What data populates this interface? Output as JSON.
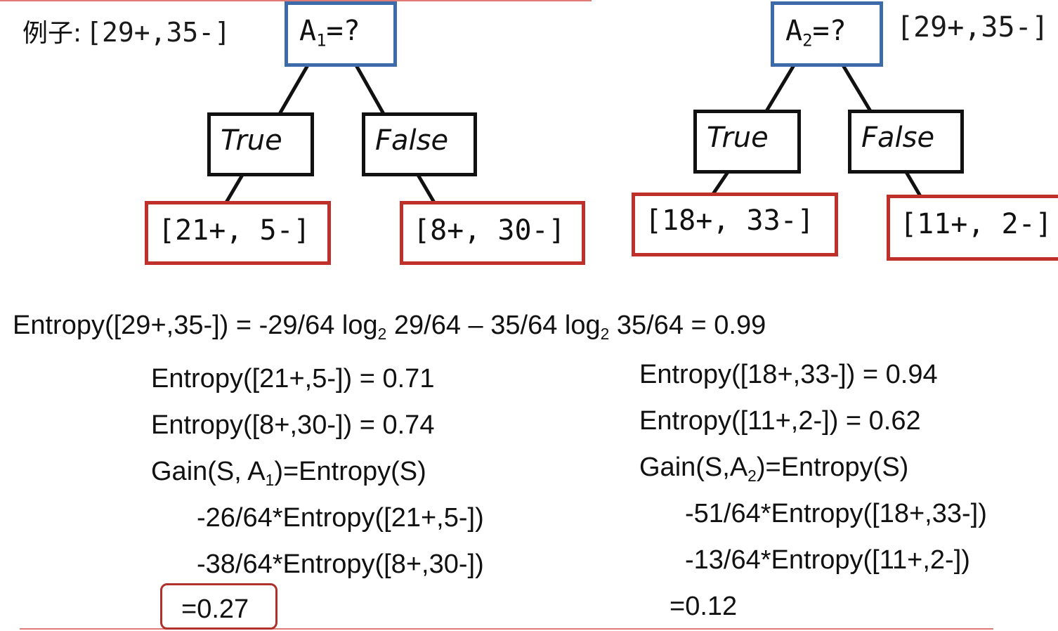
{
  "example": {
    "label": "例子:",
    "set": "[29+,35-]"
  },
  "tree1": {
    "root_attr": "A",
    "root_sub": "1",
    "root_suffix": "=?",
    "true_label": "True",
    "false_label": "False",
    "true_leaf": "[21+, 5-]",
    "false_leaf": "[8+, 30-]"
  },
  "tree2": {
    "root_attr": "A",
    "root_sub": "2",
    "root_suffix": "=?",
    "set": "[29+,35-]",
    "true_label": "True",
    "false_label": "False",
    "true_leaf": "[18+, 33-]",
    "false_leaf": "[11+, 2-]"
  },
  "entropy_main": {
    "p1": "Entropy([29+,35-]) = -29/64 log",
    "s1": "2",
    "p2": " 29/64 – 35/64 log",
    "s2": "2",
    "p3": " 35/64 = 0.99"
  },
  "left": {
    "line1": "Entropy([21+,5-]) = 0.71",
    "line2": "Entropy([8+,30-]) = 0.74",
    "gain_a": "Gain(S, A",
    "gain_sub": "1",
    "gain_b": ")=Entropy(S)",
    "line4": "-26/64*Entropy([21+,5-])",
    "line5": "-38/64*Entropy([8+,30-])",
    "result": "=0.27"
  },
  "right": {
    "line1": "Entropy([18+,33-]) = 0.94",
    "line2": "Entropy([11+,2-]) = 0.62",
    "gain_a": "Gain(S,A",
    "gain_sub": "2",
    "gain_b": ")=Entropy(S)",
    "line4": "-51/64*Entropy([18+,33-])",
    "line5": "-13/64*Entropy([11+,2-])",
    "result": "=0.12"
  },
  "colors": {
    "root_border": "#3d6aa8",
    "branch_border": "#111111",
    "leaf_border": "#c0302b",
    "rule_line": "#e07a74"
  }
}
